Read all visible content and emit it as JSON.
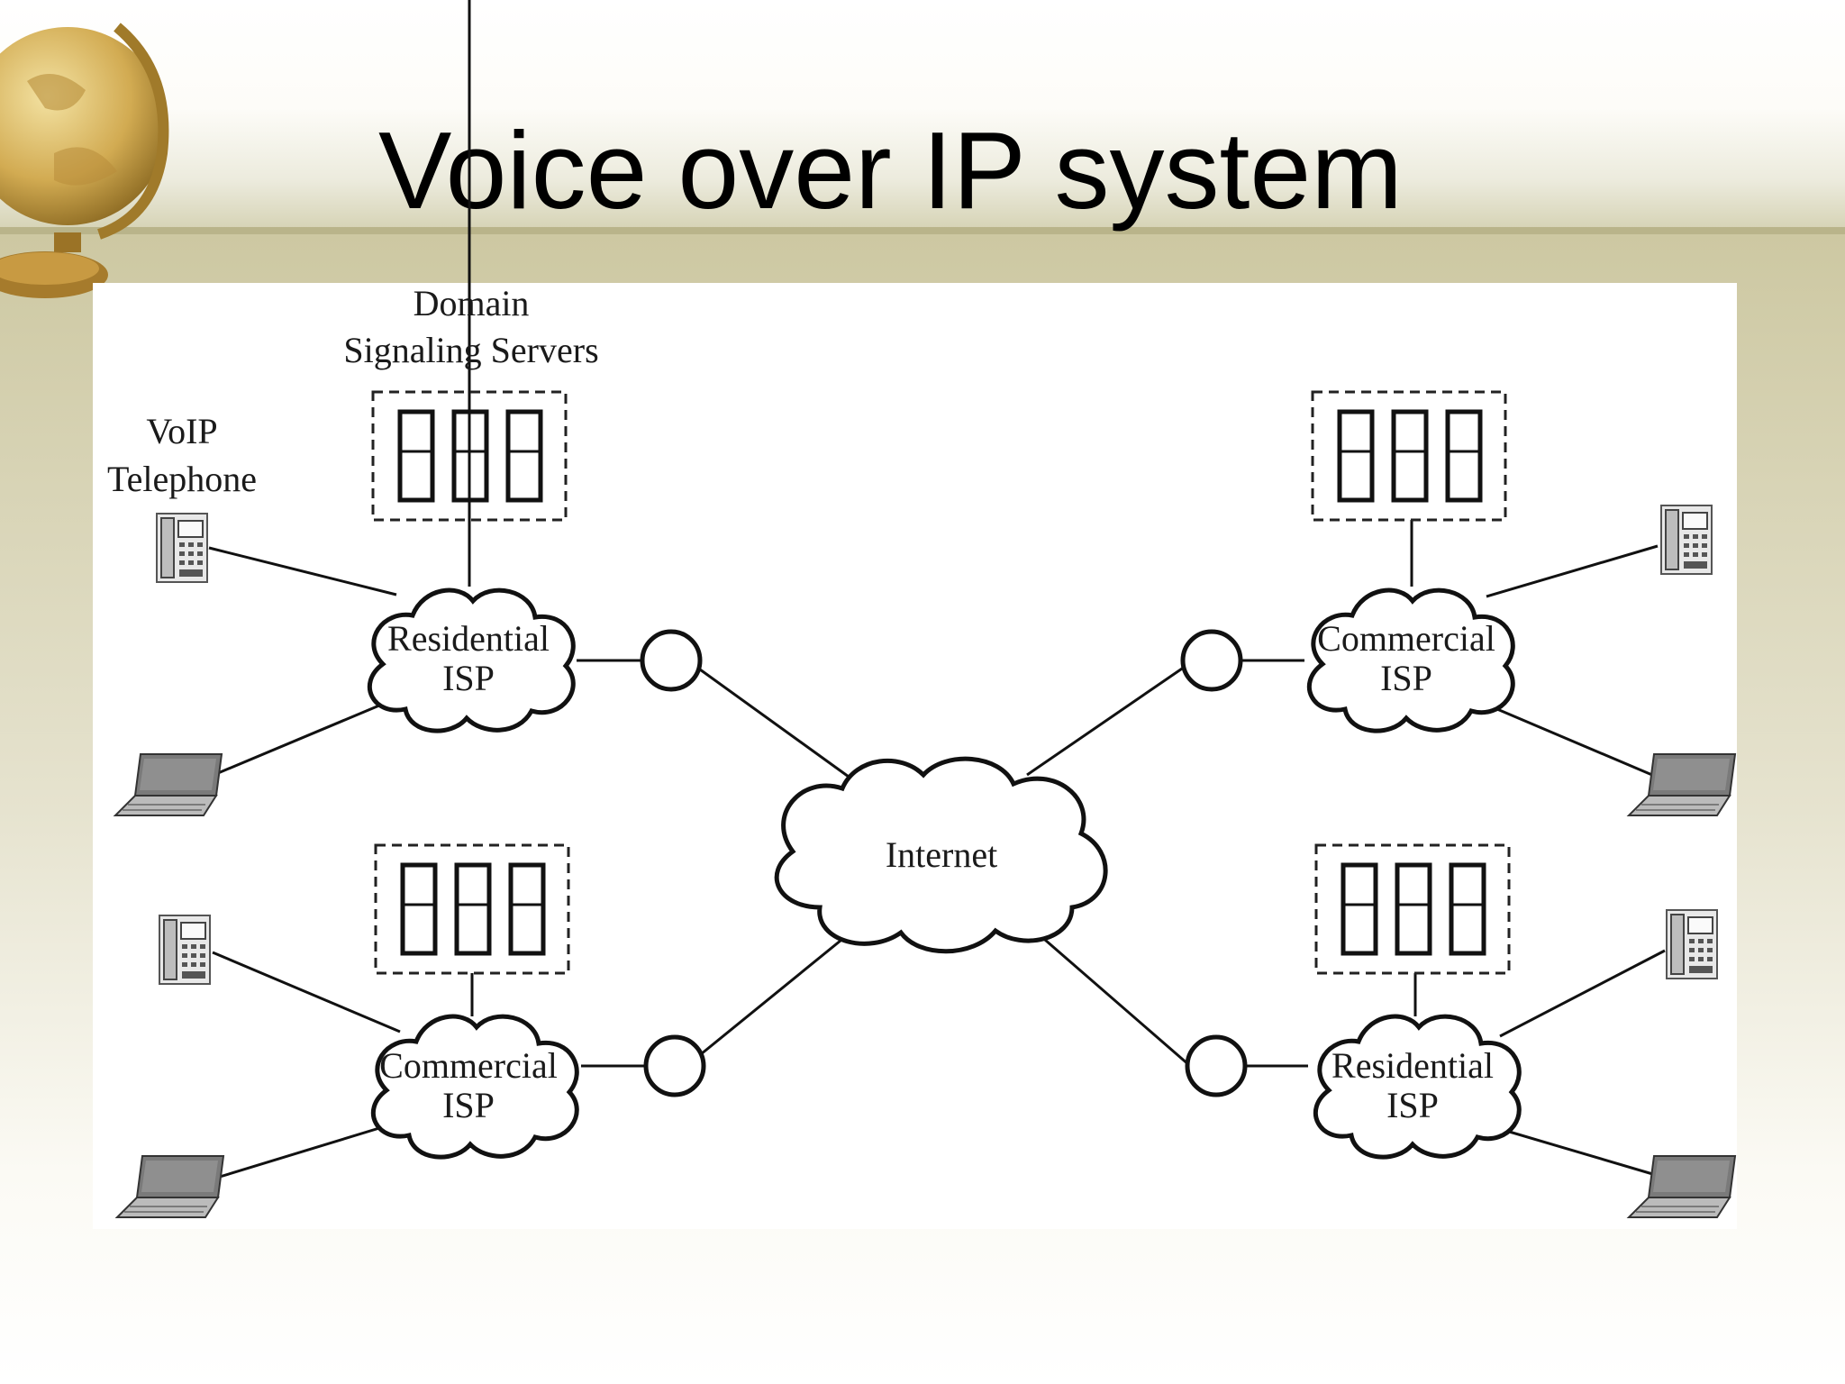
{
  "slide": {
    "title": "Voice over IP system"
  },
  "diagram": {
    "labels": {
      "domain_line1": "Domain",
      "domain_line2": "Signaling Servers",
      "voip_line1": "VoIP",
      "voip_line2": "Telephone"
    },
    "clouds": {
      "top_left": [
        "Residential",
        "ISP"
      ],
      "top_right": [
        "Commercial",
        "ISP"
      ],
      "bottom_left": [
        "Commercial",
        "ISP"
      ],
      "bottom_right": [
        "Residential",
        "ISP"
      ],
      "center": "Internet"
    }
  }
}
